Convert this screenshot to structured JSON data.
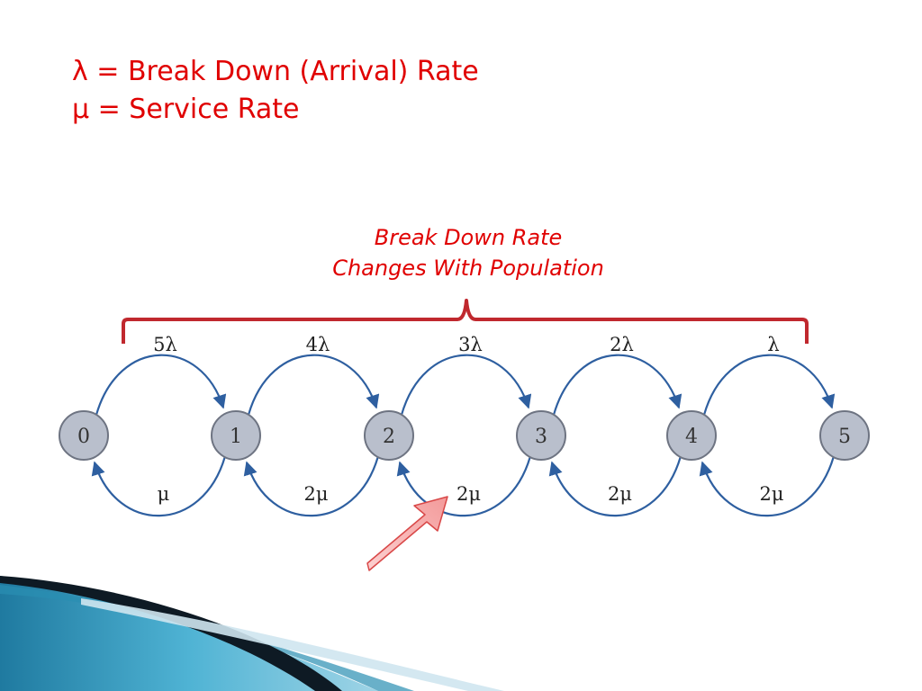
{
  "legend": {
    "lambda_line": "λ = Break Down (Arrival) Rate",
    "mu_line": "μ = Service Rate"
  },
  "callout": {
    "line1": "Break Down Rate",
    "line2": "Changes With Population"
  },
  "states": [
    "0",
    "1",
    "2",
    "3",
    "4",
    "5"
  ],
  "forward_rates": [
    "5λ",
    "4λ",
    "3λ",
    "2λ",
    "λ"
  ],
  "backward_rates": [
    "μ",
    "2μ",
    "2μ",
    "2μ",
    "2μ"
  ],
  "colors": {
    "accent_red": "#e00000",
    "node_fill": "#b9bfcc",
    "node_stroke": "#6e7482",
    "arc": "#2e5fa0",
    "brace": "#c0282e",
    "pointer_fill": "#f7a3a3",
    "pointer_stroke": "#d94848",
    "wave_dark": "#0e1a24",
    "wave_blue": "#2a8fb2",
    "wave_light": "#cfe6ef"
  },
  "icons": {
    "highlight_pointer": "arrow-up-right-icon"
  }
}
